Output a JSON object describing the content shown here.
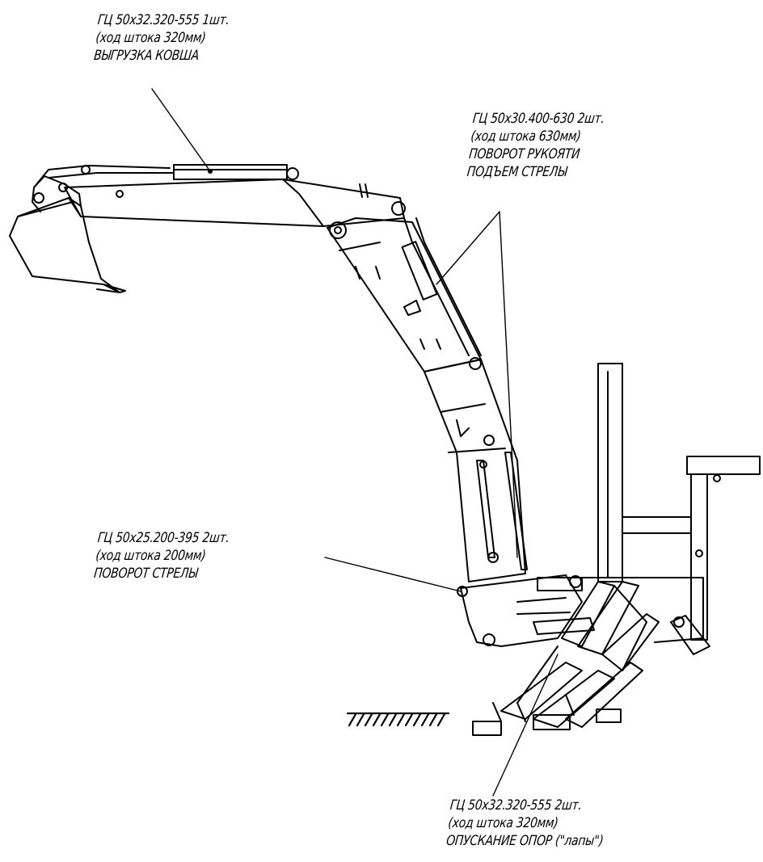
{
  "labels": {
    "bucket_cylinder": {
      "line1": "ГЦ 50x32.320-555   1шт.",
      "line2": "(ход штока 320мм)",
      "line3": "ВЫГРУЗКА КОВША"
    },
    "arm_cylinder": {
      "line1": "ГЦ 50x30.400-630    2шт.",
      "line2": "(ход штока 630мм)",
      "line3": "ПОВОРОТ РУКОЯТИ",
      "line4": "ПОДЪЕМ СТРЕЛЫ"
    },
    "swing_cylinder": {
      "line1": "ГЦ 50x25.200-395  2шт.",
      "line2": "(ход штока 200мм)",
      "line3": "ПОВОРОТ СТРЕЛЫ"
    },
    "outrigger_cylinder": {
      "line1": "ГЦ 50x32.320-555  2шт.",
      "line2": "(ход штока 320мм)",
      "line3": "ОПУСКАНИЕ ОПОР (\"лапы\")"
    }
  },
  "colors": {
    "ink": "#000000",
    "paper": "#ffffff"
  }
}
